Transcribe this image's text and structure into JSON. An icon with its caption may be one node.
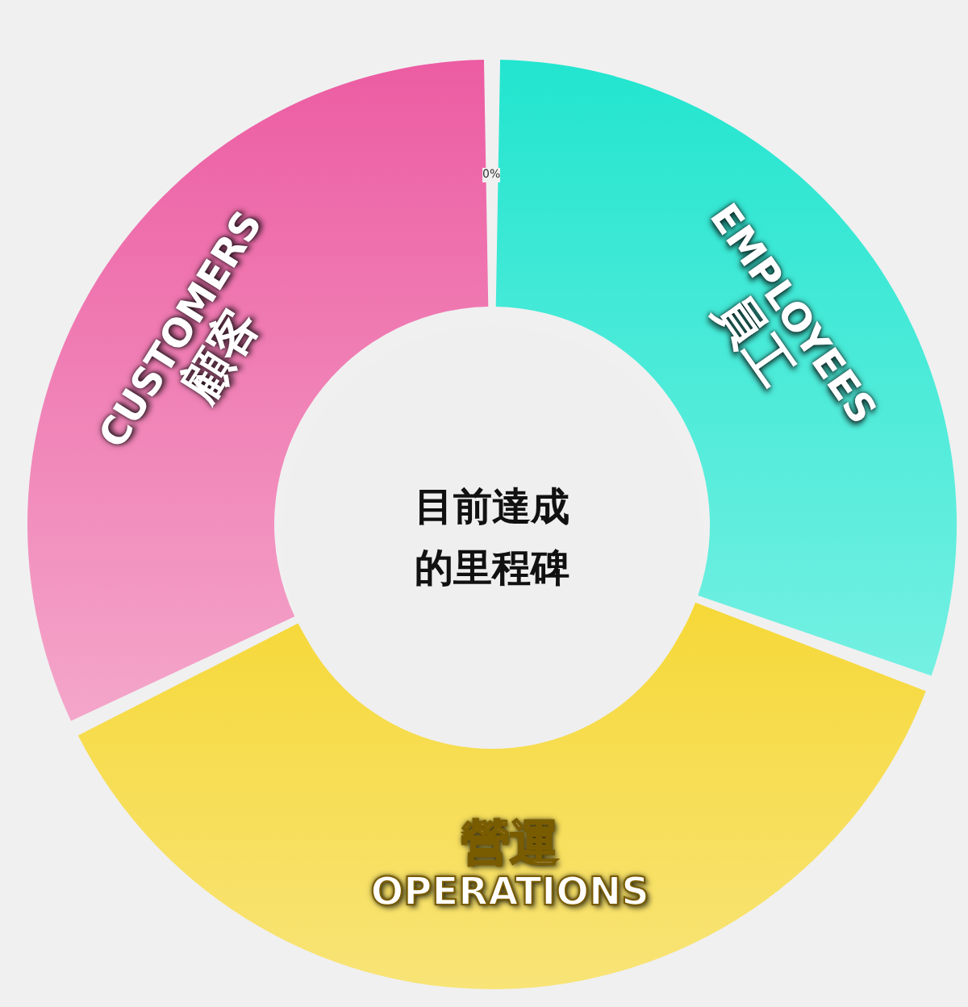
{
  "diagram": {
    "nodes": [
      {
        "text": [
          "目前達成的里程碑"
        ]
      },
      {
        "text": [
          "CUSTOMERS",
          "顧客"
        ]
      },
      {
        "text": [
          "EMPLOYEES",
          "員工"
        ]
      },
      {
        "text": [
          "營運",
          "OPERATIONS"
        ]
      }
    ],
    "labels": [
      "0%"
    ]
  }
}
